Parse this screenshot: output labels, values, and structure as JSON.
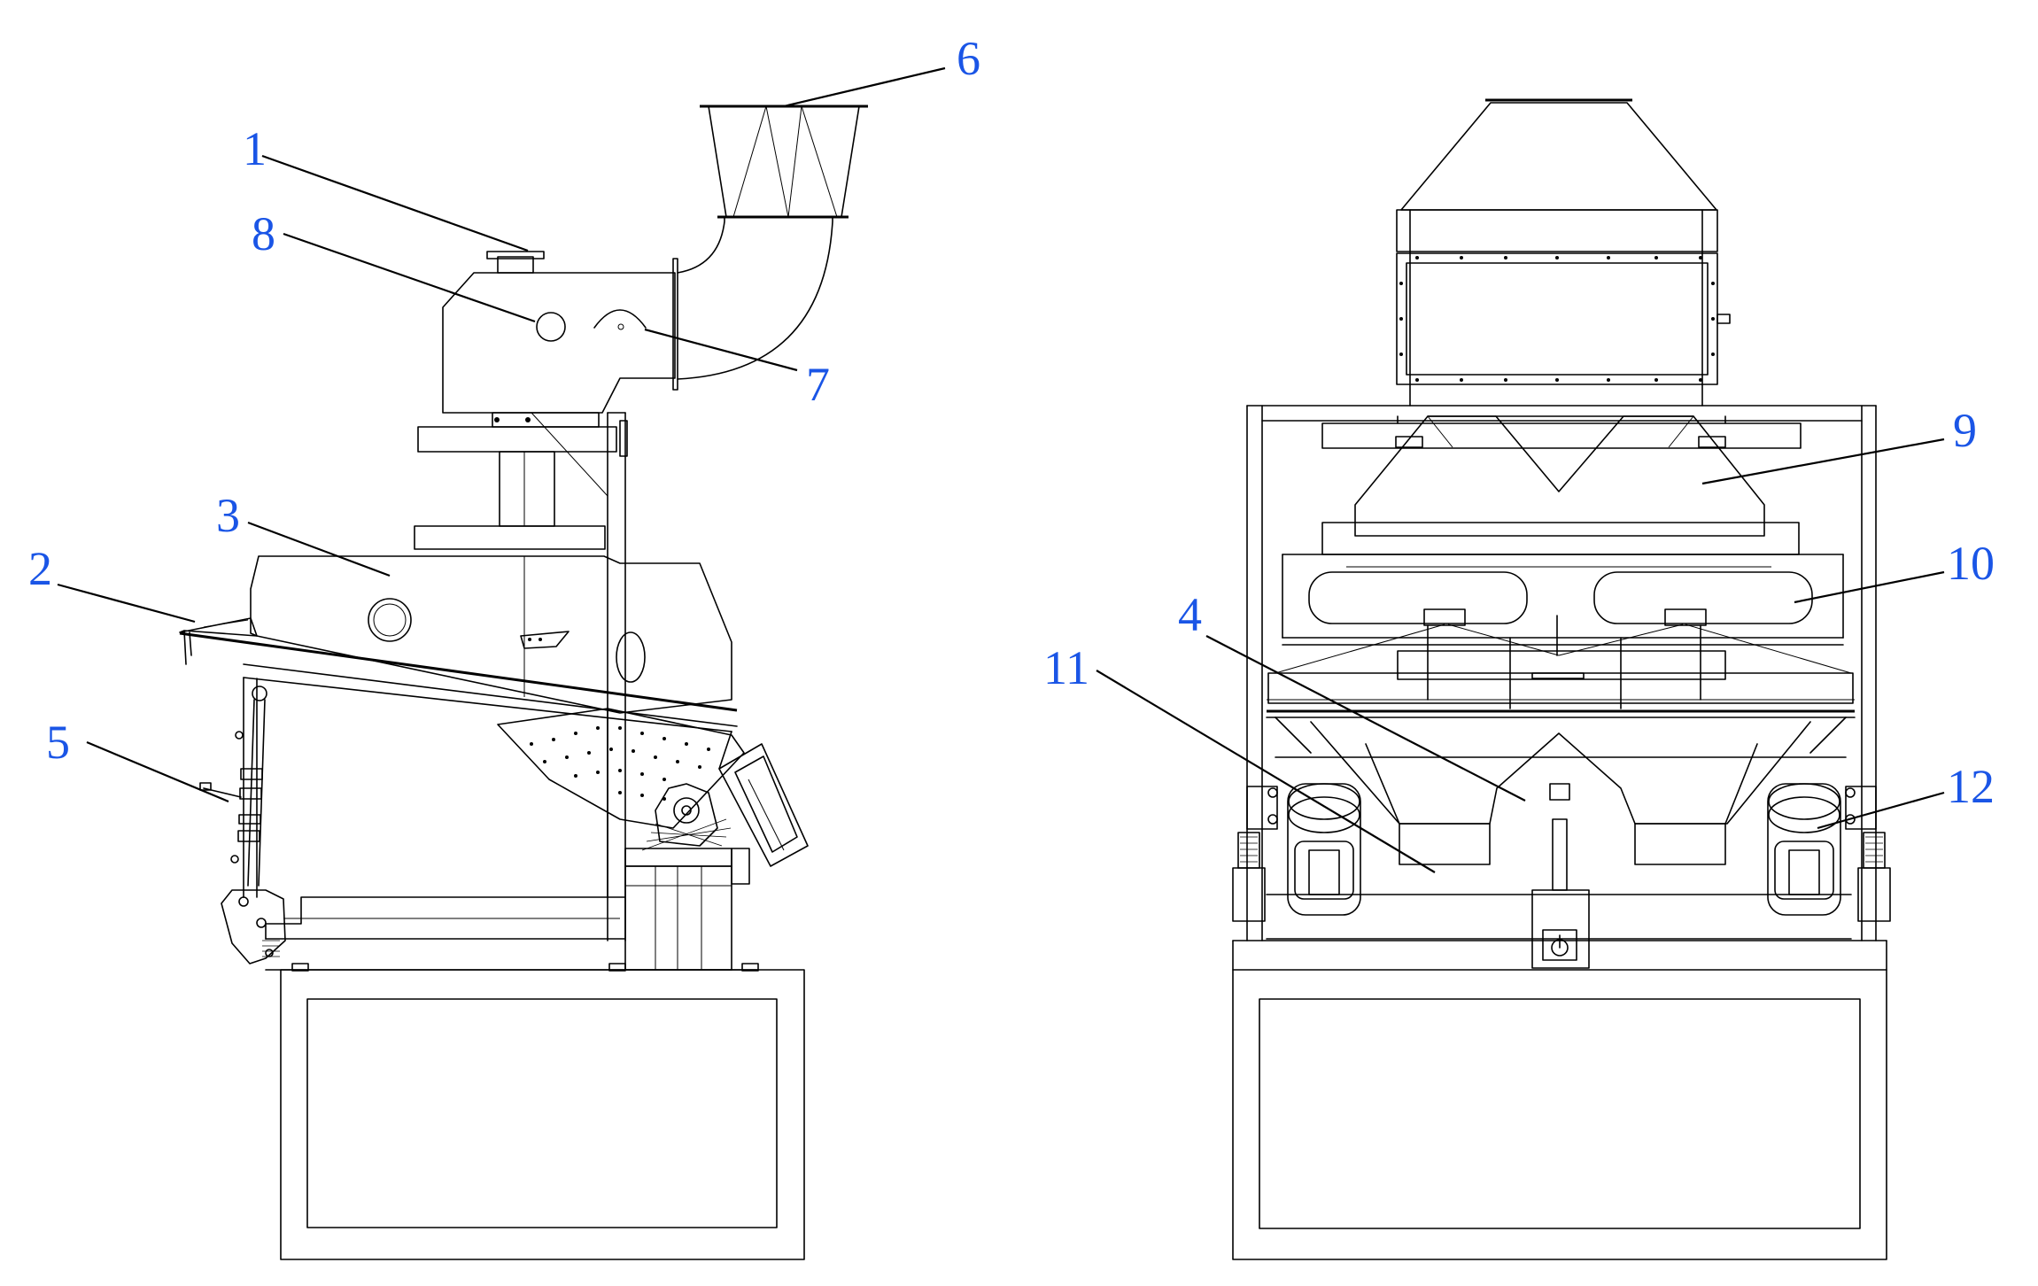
{
  "diagram": {
    "callouts": [
      {
        "id": "1",
        "label": "1"
      },
      {
        "id": "2",
        "label": "2"
      },
      {
        "id": "3",
        "label": "3"
      },
      {
        "id": "4",
        "label": "4"
      },
      {
        "id": "5",
        "label": "5"
      },
      {
        "id": "6",
        "label": "6"
      },
      {
        "id": "7",
        "label": "7"
      },
      {
        "id": "8",
        "label": "8"
      },
      {
        "id": "9",
        "label": "9"
      },
      {
        "id": "10",
        "label": "10"
      },
      {
        "id": "11",
        "label": "11"
      },
      {
        "id": "12",
        "label": "12"
      }
    ],
    "colors": {
      "callout_text": "#1a55e6",
      "line": "#000000",
      "background": "#ffffff"
    }
  }
}
